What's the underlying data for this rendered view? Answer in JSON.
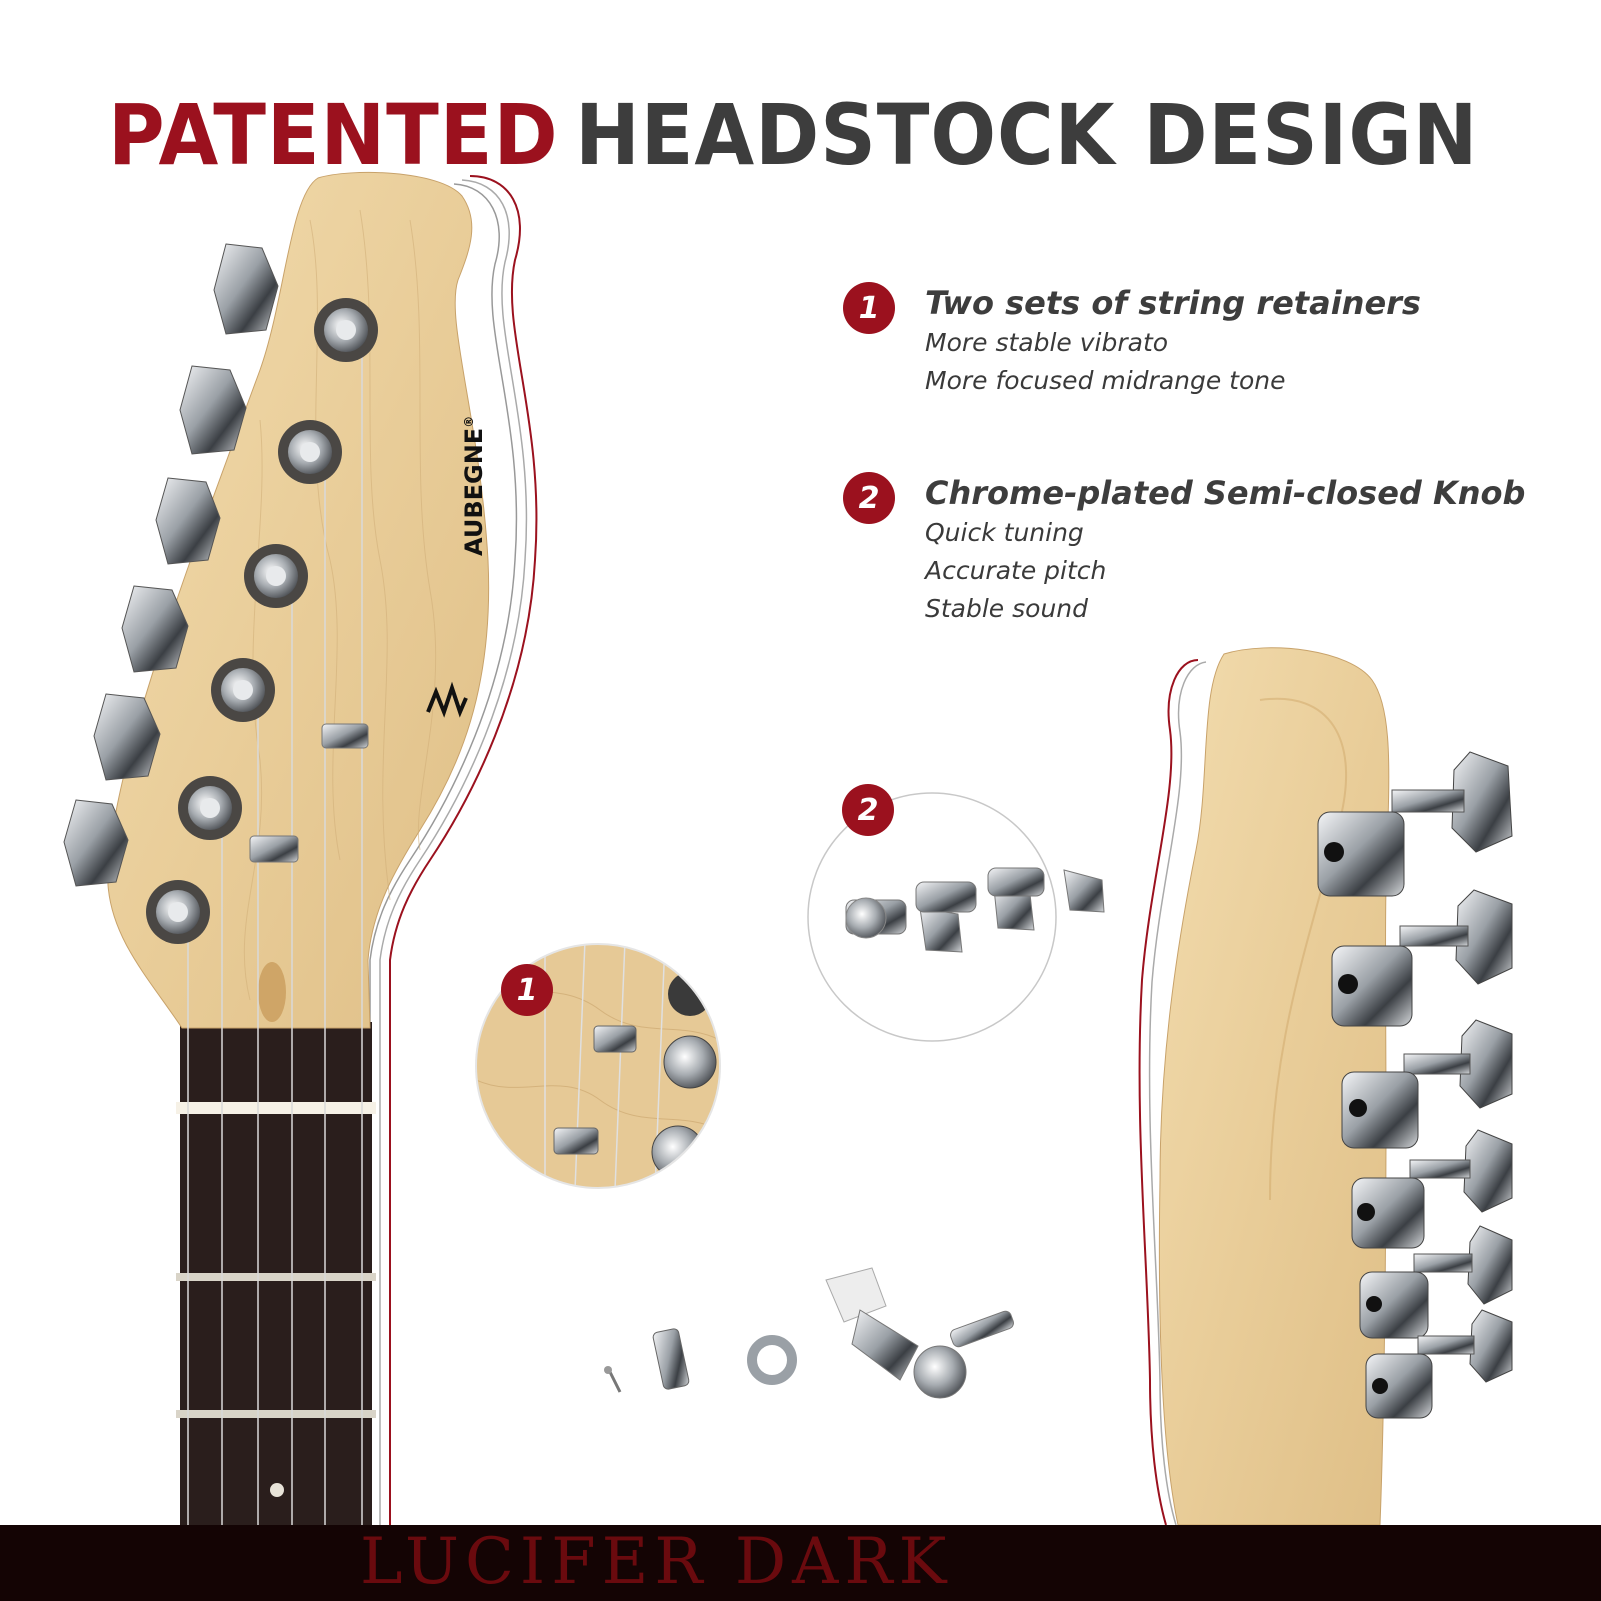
{
  "title": {
    "word1": "PATENTED",
    "word2": "HEADSTOCK DESIGN"
  },
  "brand_logo": {
    "text": "AUBEGNE",
    "registered": "®"
  },
  "features": [
    {
      "number": "1",
      "title": "Two sets of string retainers",
      "lines": [
        "More stable vibrato",
        "More focused midrange tone"
      ]
    },
    {
      "number": "2",
      "title": "Chrome-plated Semi-closed Knob",
      "lines": [
        "Quick tuning",
        "Accurate pitch",
        "Stable sound"
      ]
    }
  ],
  "callouts": {
    "retainer_badge": "1",
    "knob_badge": "2"
  },
  "footer": {
    "text": "LUCIFER DARK"
  },
  "colors": {
    "accent": "#9b111e",
    "text": "#3d3d3d",
    "wood": "#e8cc98",
    "fretboard": "#2a1e1c",
    "chrome": "#c9ccd0",
    "footer": "#140404"
  }
}
